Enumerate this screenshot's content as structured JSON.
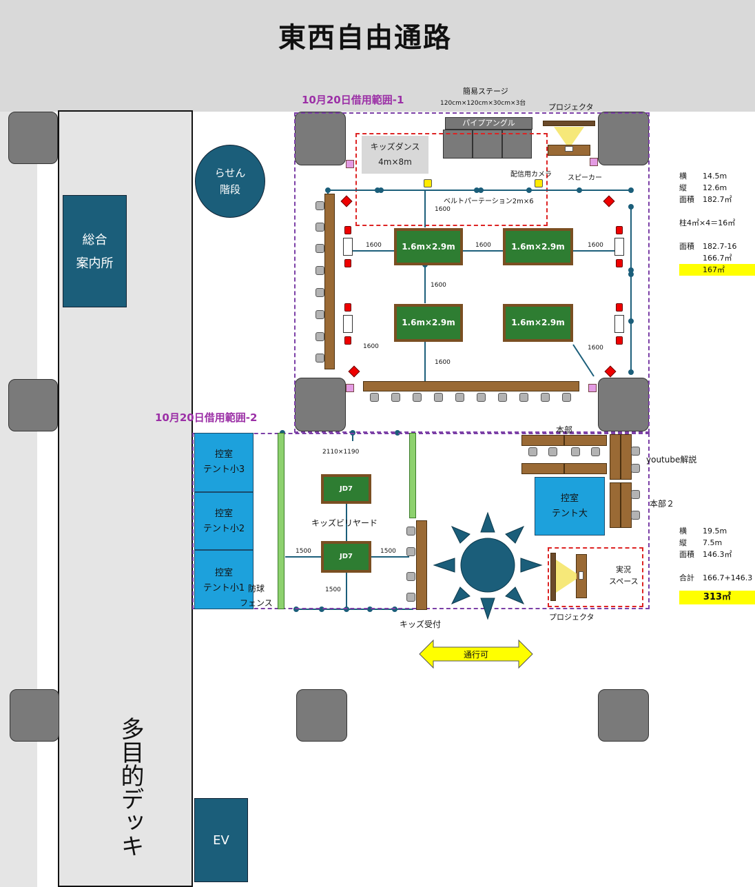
{
  "title": "東西自由通路",
  "area1": {
    "label": "10月20日借用範囲-1",
    "stage_label": "簡易ステージ",
    "stage_spec": "120cm×120cm×30cm×3台",
    "pipe_angle": "パイプアングル",
    "projector_top": "プロジェクタ",
    "kids_dance_title": "キッズダンス",
    "kids_dance_size": "4m×8m",
    "camera": "配信用カメラ",
    "speaker": "スピーカー",
    "partition": "ベルトパーテーション2m×6",
    "tables": [
      "1.6m×2.9m",
      "1.6m×2.9m",
      "1.6m×2.9m",
      "1.6m×2.9m"
    ],
    "dims": [
      "1600",
      "1600",
      "1600",
      "1600",
      "1600",
      "1600",
      "1600",
      "1600"
    ]
  },
  "area2": {
    "label": "10月20日借用範囲-2",
    "tents_small": [
      {
        "line1": "控室",
        "line2": "テント小3"
      },
      {
        "line1": "控室",
        "line2": "テント小2"
      },
      {
        "line1": "控室",
        "line2": "テント小1"
      }
    ],
    "fence": [
      "防球",
      "フェンス"
    ],
    "billiard_size": "2110×1190",
    "jd7": [
      "JD7",
      "JD7"
    ],
    "kids_billiard": "キッズビリヤード",
    "dims": [
      "1500",
      "1500",
      "1500"
    ],
    "honbu": "本部",
    "youtube": "youtube解説",
    "honbu2": "本部２",
    "tent_large": {
      "line1": "控室",
      "line2": "テント大"
    },
    "live_space": [
      "実況",
      "スペース"
    ],
    "projector_bottom": "プロジェクタ",
    "kids_reception": "キッズ受付",
    "passage": "通行可"
  },
  "left": {
    "spiral": [
      "らせん",
      "階段"
    ],
    "info": [
      "総合",
      "案内所"
    ],
    "deck": "多目的デッキ",
    "ev": "EV"
  },
  "stats1": {
    "rows": [
      [
        "横",
        "14.5m"
      ],
      [
        "縦",
        "12.6m"
      ],
      [
        "面積",
        "182.7㎡"
      ]
    ],
    "pillar": "柱4㎡×4＝16㎡",
    "calc_label": "面積",
    "calc_expr": "182.7-16",
    "calc_result": "166.7㎡",
    "highlight": "167㎡"
  },
  "stats2": {
    "rows": [
      [
        "横",
        "19.5m"
      ],
      [
        "縦",
        "7.5m"
      ],
      [
        "面積",
        "146.3㎡"
      ]
    ],
    "total_label": "合計",
    "total_expr": "166.7+146.3",
    "highlight": "313㎡"
  },
  "colors": {
    "header": "#d9d9d9",
    "dark_blue": "#1b5e7a",
    "tent_blue": "#1da1dc",
    "table_green": "#2e7d32",
    "wood": "#9a6a35",
    "highlight_yellow": "#ffff00",
    "purple": "#9b2fa6"
  }
}
